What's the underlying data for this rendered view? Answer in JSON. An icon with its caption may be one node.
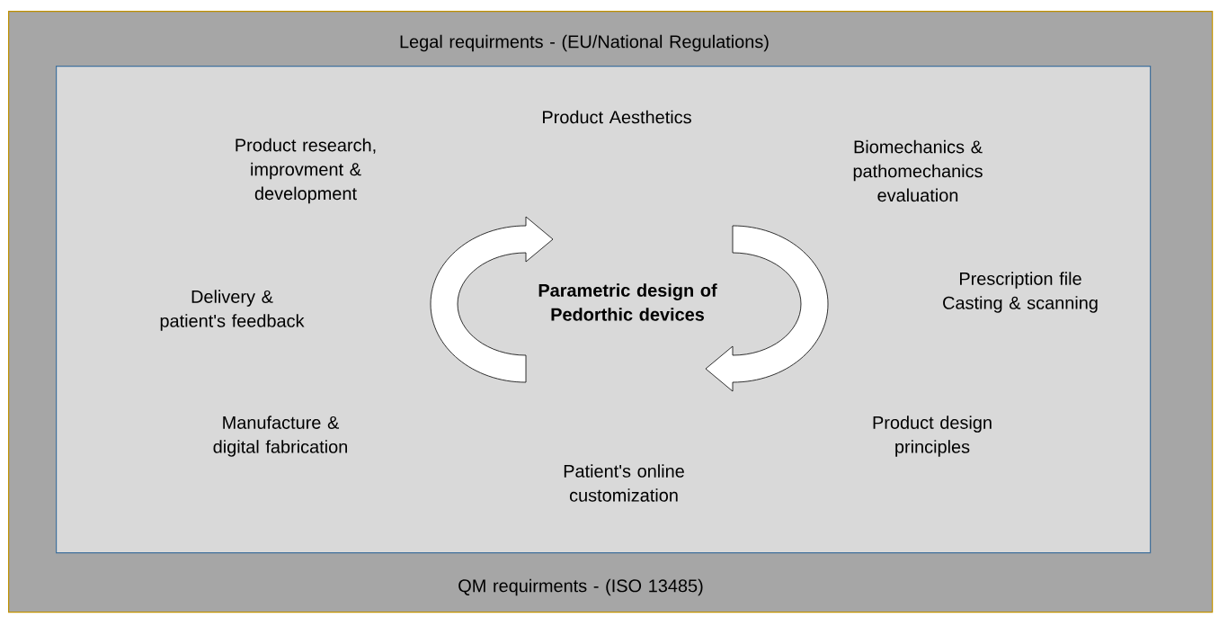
{
  "diagram": {
    "nodes": [
      {
        "text": [
          "Legal requirments - (EU/National Regulations)",
          "QM requirments - (ISO 13485)"
        ]
      },
      {
        "text": [
          "Parametric design of Pedorthic devices"
        ],
        "in": 0
      }
    ],
    "labels": [
      "Product Aesthetics",
      "Product research, improvment & development",
      "Biomechanics & pathomechanics evaluation",
      "Prescription file Casting & scanning",
      "Delivery & patient's feedback",
      "Manufacture & digital fabrication",
      "Product design principles",
      "Patient's online customization"
    ]
  }
}
